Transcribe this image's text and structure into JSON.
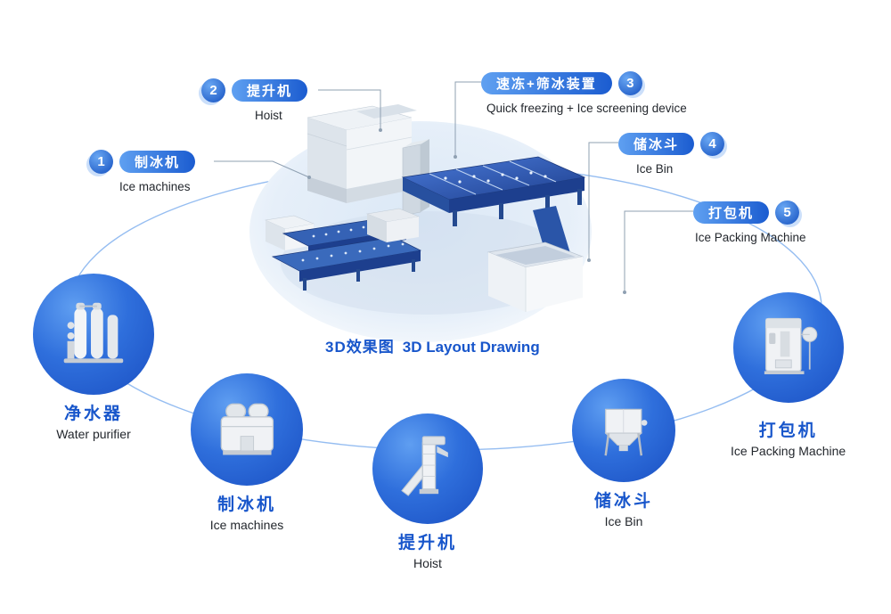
{
  "colors": {
    "accent_blue": "#1856cb",
    "pill_gradient_start": "#5fa0f1",
    "pill_gradient_end": "#1b5cd0",
    "text_dark": "#23272d"
  },
  "center_caption": {
    "zh": "3D效果图",
    "en": "3D Layout Drawing"
  },
  "callouts": [
    {
      "num": "1",
      "zh": "制冰机",
      "en": "Ice machines"
    },
    {
      "num": "2",
      "zh": "提升机",
      "en": "Hoist"
    },
    {
      "num": "3",
      "zh": "速冻+筛冰装置",
      "en": "Quick freezing + Ice screening device"
    },
    {
      "num": "4",
      "zh": "储冰斗",
      "en": "Ice Bin"
    },
    {
      "num": "5",
      "zh": "打包机",
      "en": "Ice Packing Machine"
    }
  ],
  "stations": [
    {
      "zh": "净水器",
      "en": "Water purifier",
      "icon": "water-purifier-icon"
    },
    {
      "zh": "制冰机",
      "en": "Ice machines",
      "icon": "ice-machine-icon"
    },
    {
      "zh": "提升机",
      "en": "Hoist",
      "icon": "hoist-icon"
    },
    {
      "zh": "储冰斗",
      "en": "Ice Bin",
      "icon": "ice-bin-icon"
    },
    {
      "zh": "打包机",
      "en": "Ice Packing Machine",
      "icon": "packing-machine-icon"
    }
  ]
}
